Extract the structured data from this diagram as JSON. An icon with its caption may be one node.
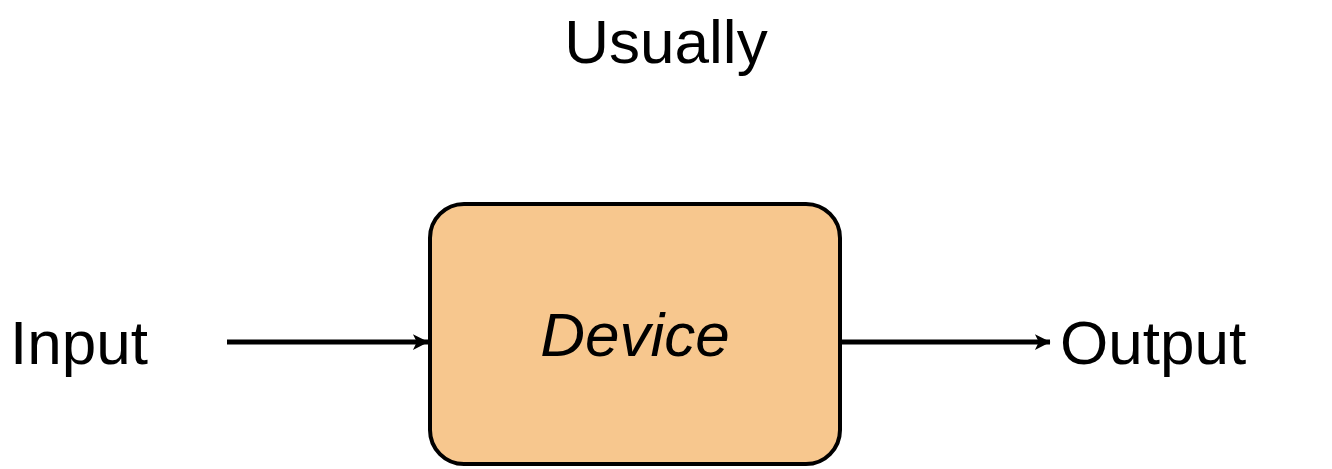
{
  "diagram": {
    "title": "Usually",
    "nodes": [
      {
        "text": [
          "Input"
        ]
      },
      {
        "text": [
          "Device"
        ]
      },
      {
        "text": [
          "Output"
        ]
      }
    ],
    "edges": [
      {
        "from": 0,
        "to": 1,
        "arrow": "to"
      },
      {
        "from": 1,
        "to": 2,
        "arrow": "to"
      }
    ]
  }
}
